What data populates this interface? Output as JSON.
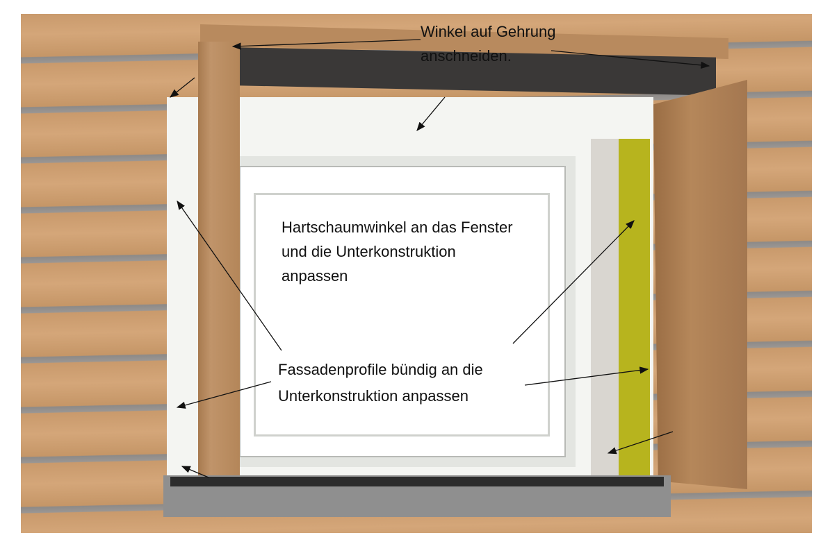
{
  "labels": {
    "miter": [
      "Winkel auf Gehrung",
      "anschneiden."
    ],
    "foam": [
      "Hartschaumwinkel an das Fenster",
      "und die Unterkonstruktion",
      "anpassen"
    ],
    "profiles": [
      "Fassadenprofile bündig an die",
      "Unterkonstruktion anpassen"
    ]
  },
  "colors": {
    "wood": "#c99a6c",
    "groove": "#8d8a88",
    "foam_yellow": "#b7b41e",
    "dark_band": "#3a3837"
  }
}
